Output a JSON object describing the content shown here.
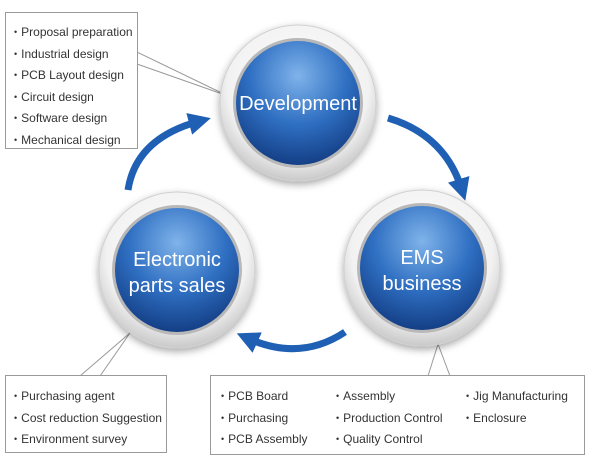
{
  "circles": {
    "development": {
      "line1": "Development"
    },
    "ems": {
      "line1": "EMS",
      "line2": "business"
    },
    "parts": {
      "line1": "Electronic",
      "line2": "parts sales"
    }
  },
  "development_items": [
    "Proposal preparation",
    "Industrial design",
    "PCB Layout design",
    "Circuit design",
    "Software design",
    "Mechanical design"
  ],
  "parts_items": [
    "Purchasing agent",
    "Cost reduction Suggestion",
    "Environment survey"
  ],
  "ems_items": {
    "col1": [
      "PCB Board",
      "Purchasing",
      "PCB Assembly"
    ],
    "col2": [
      "Assembly",
      "Production Control",
      "Quality Control"
    ],
    "col3": [
      "Jig Manufacturing",
      "Enclosure"
    ]
  },
  "colors": {
    "circle_light": "#7fb3ea",
    "circle_mid": "#2f6fc2",
    "circle_dark": "#143f86",
    "arrow": "#1f5fb4"
  }
}
